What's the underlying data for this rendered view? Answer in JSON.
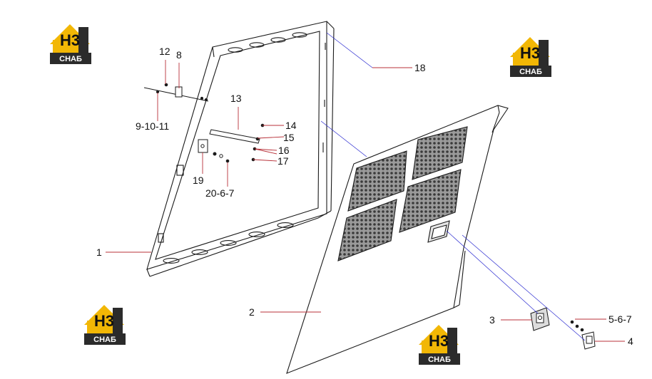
{
  "logo": {
    "mark": "H3",
    "caption": "СНАБ"
  },
  "callouts": {
    "c1": "1",
    "c2": "2",
    "c3": "3",
    "c4": "4",
    "c5_6_7": "5-6-7",
    "c8": "8",
    "c9_10_11": "9-10-11",
    "c12": "12",
    "c13": "13",
    "c14": "14",
    "c15": "15",
    "c16": "16",
    "c17": "17",
    "c18": "18",
    "c19": "19",
    "c20_6_7": "20-6-7"
  },
  "colors": {
    "logo_yellow": "#f2b705",
    "logo_dark": "#2b2b2b",
    "leader_red": "#b8323a",
    "explode_blue": "#2a2ad0",
    "line": "#1a1a1a",
    "mesh": "#555555"
  }
}
